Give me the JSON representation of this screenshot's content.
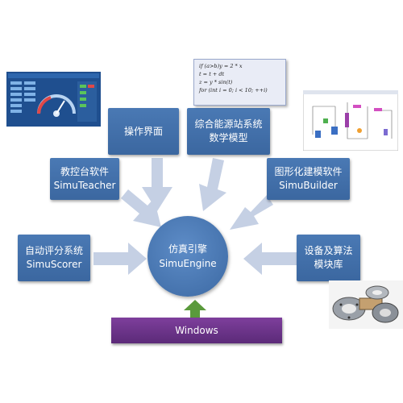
{
  "nodes": {
    "center": {
      "line1": "仿真引擎",
      "line2": "SimuEngine"
    },
    "operation_ui": {
      "line1": "操作界面"
    },
    "energy_model": {
      "line1": "综合能源站系统",
      "line2": "数学模型"
    },
    "teacher": {
      "line1": "教控台软件",
      "line2": "SimuTeacher"
    },
    "builder": {
      "line1": "图形化建模软件",
      "line2": "SimuBuilder"
    },
    "scorer": {
      "line1": "自动评分系统",
      "line2": "SimuScorer"
    },
    "equipment": {
      "line1": "设备及算法",
      "line2": "模块库"
    },
    "platform": {
      "label": "Windows"
    }
  },
  "code": [
    "if (a>b)y = 2 * x",
    "t = t + dt",
    "z = y * sin(t)",
    "for (int i = 0; i < 10; ++i)"
  ],
  "colors": {
    "box": "#4472a8",
    "arrow": "#c5d0e4",
    "windows": "#6b3489",
    "up_arrow": "#5a9a3c"
  },
  "icons": [
    "dashboard-screenshot-icon",
    "process-diagram-screenshot-icon",
    "bearing-parts-photo-icon"
  ]
}
